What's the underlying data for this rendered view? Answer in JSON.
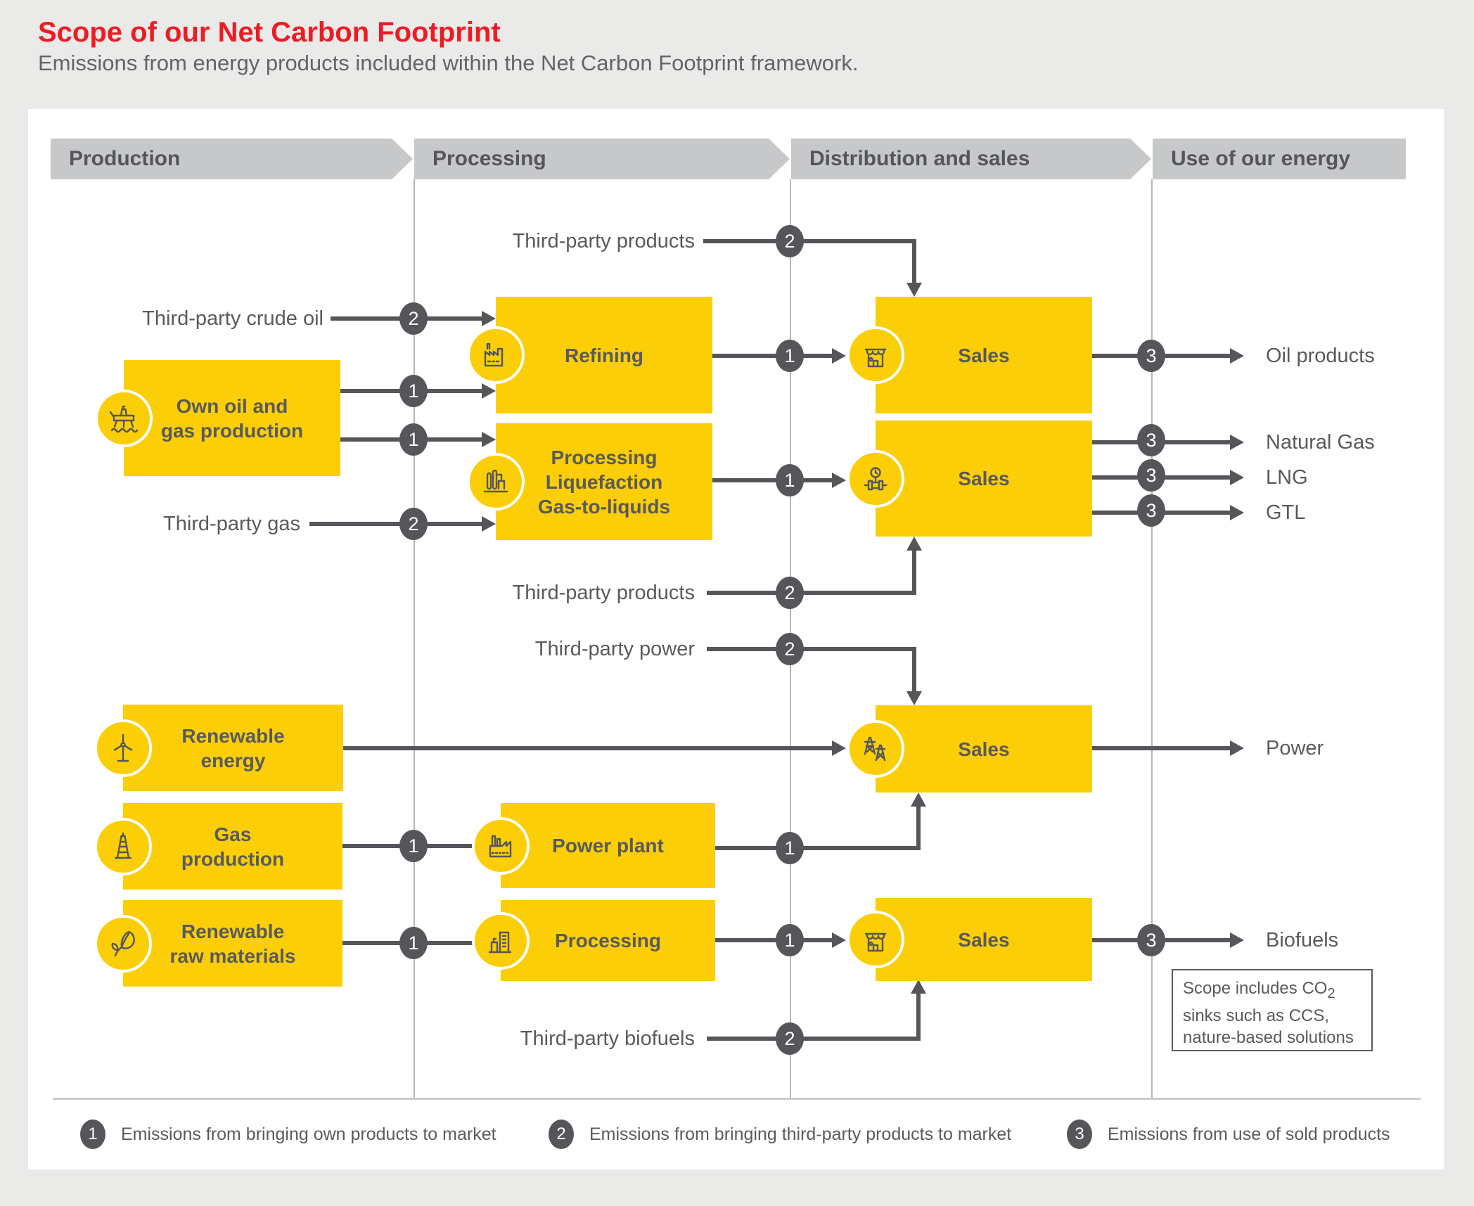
{
  "header": {
    "title": "Scope of our Net Carbon Footprint",
    "subtitle": "Emissions from energy products included within the Net Carbon Footprint framework."
  },
  "columns": {
    "production": "Production",
    "processing": "Processing",
    "distribution": "Distribution and sales",
    "use": "Use of our energy"
  },
  "nodes": {
    "own_production": {
      "label": "Own oil and\ngas production",
      "icon": "oil-platform-icon"
    },
    "refining": {
      "label": "Refining",
      "icon": "refinery-icon"
    },
    "processing_liq": {
      "label": "Processing\nLiquefaction\nGas-to-liquids",
      "icon": "gas-plant-icon"
    },
    "sales_oil": {
      "label": "Sales",
      "icon": "store-icon"
    },
    "sales_gas": {
      "label": "Sales",
      "icon": "pipeline-gauge-icon"
    },
    "sales_power": {
      "label": "Sales",
      "icon": "transmission-towers-icon"
    },
    "sales_biofuels": {
      "label": "Sales",
      "icon": "store-icon"
    },
    "renewable_energy": {
      "label": "Renewable\nenergy",
      "icon": "wind-turbine-icon"
    },
    "gas_production": {
      "label": "Gas\nproduction",
      "icon": "derrick-icon"
    },
    "renewable_raw": {
      "label": "Renewable\nraw materials",
      "icon": "leaf-icon"
    },
    "power_plant": {
      "label": "Power plant",
      "icon": "power-plant-icon"
    },
    "processing_bio": {
      "label": "Processing",
      "icon": "buildings-icon"
    }
  },
  "inputs": {
    "third_party_products_top": "Third-party products",
    "third_party_crude_oil": "Third-party crude oil",
    "third_party_gas": "Third-party gas",
    "third_party_products_mid": "Third-party products",
    "third_party_power": "Third-party power",
    "third_party_biofuels": "Third-party biofuels"
  },
  "outputs": {
    "oil_products": "Oil products",
    "natural_gas": "Natural Gas",
    "lng": "LNG",
    "gtl": "GTL",
    "power": "Power",
    "biofuels": "Biofuels"
  },
  "flows": {
    "tpp_top": "2",
    "tpc": "2",
    "own_ref": "1",
    "own_proc": "1",
    "tpg": "2",
    "ref_sales": "1",
    "proc_sales": "1",
    "tpp_mid": "2",
    "tpw": "2",
    "gas_pp": "1",
    "pp_sales": "1",
    "raw_proc": "1",
    "proc2_sales": "1",
    "tpb": "2",
    "oil_out": "3",
    "ng_out": "3",
    "lng_out": "3",
    "gtl_out": "3",
    "bio_out": "3"
  },
  "note": {
    "line1": "Scope includes CO",
    "sub": "2",
    "line2": "sinks such as CCS,",
    "line3": "nature-based solutions"
  },
  "legend": {
    "item1": {
      "num": "1",
      "text": "Emissions from bringing own products to market"
    },
    "item2": {
      "num": "2",
      "text": "Emissions from bringing third-party products to market"
    },
    "item3": {
      "num": "3",
      "text": "Emissions from use of sold products"
    }
  },
  "colors": {
    "accent_yellow": "#FBCE07",
    "title_red": "#ED1C24",
    "dark_gray": "#54565A",
    "banner_gray": "#C7C8CA"
  }
}
